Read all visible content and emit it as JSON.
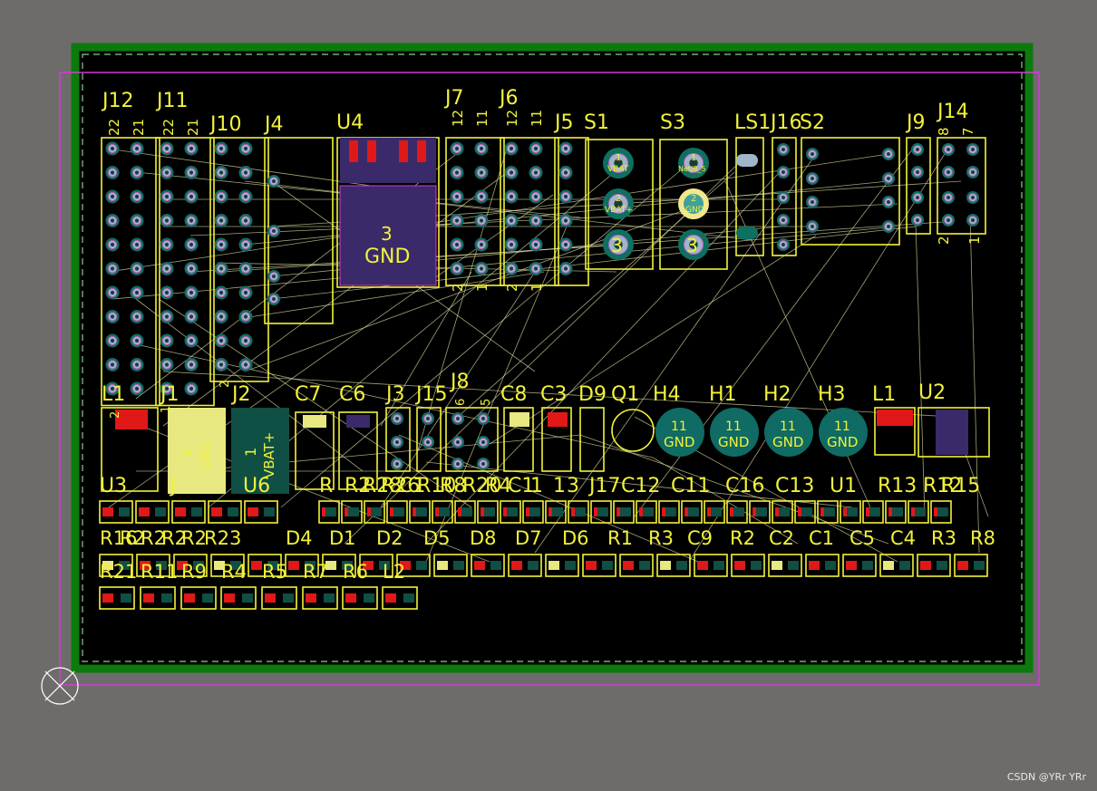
{
  "canvas": {
    "background_color": "#6e6b6b",
    "board_fill": "#000000",
    "keepout_color": "#0c7a0c",
    "silkscreen_color": "#f2f23a",
    "outline_color": "#d63ad6",
    "pad_color": "#0f6b63",
    "ratsnest_color": "#d8d8a0"
  },
  "designators": {
    "top_headers": [
      "J12",
      "J11",
      "J10",
      "J4",
      "U4",
      "J7",
      "J6",
      "J5",
      "S1",
      "S3",
      "LS1",
      "J16",
      "S2",
      "J9",
      "J14"
    ],
    "middle_row": [
      "L1",
      "J1",
      "J2",
      "C7",
      "C6",
      "J3",
      "J15",
      "J8",
      "C8",
      "C3",
      "D9",
      "Q1",
      "H4",
      "H1",
      "H2",
      "H3",
      "L1",
      "U2"
    ],
    "row3": [
      "U3",
      "J",
      "U6",
      "R",
      "R2",
      "R28",
      "R26",
      "C1",
      "R10",
      "R8",
      "R20",
      "R4",
      "C1",
      "1",
      "1",
      "3",
      "J17",
      "C12",
      "C11",
      "C16",
      "C13",
      "U1",
      "R13",
      "R12",
      "R15"
    ],
    "row4": [
      "R16",
      "R2",
      "R2",
      "R2",
      "R2",
      "R23",
      "D4",
      "D1",
      "D2",
      "D5",
      "D8",
      "D7",
      "D6",
      "R1",
      "R3",
      "C9",
      "R2",
      "C2",
      "C1",
      "C5",
      "C4",
      "R3",
      "R8"
    ],
    "row5": [
      "R21",
      "R11",
      "R9",
      "R4",
      "R5",
      "R7",
      "R6",
      "L2"
    ]
  },
  "pin_numbers": {
    "j12": [
      "22",
      "21",
      "2"
    ],
    "j11": [
      "22",
      "21",
      "1"
    ],
    "j10": [
      "2"
    ],
    "j7": [
      "12",
      "11",
      "2",
      "1"
    ],
    "j6": [
      "12",
      "11",
      "2",
      "1"
    ],
    "j14": [
      "8",
      "7",
      "2",
      "1"
    ],
    "j8": [
      "6",
      "5"
    ]
  },
  "pad_nets": {
    "s1_pin1": "1",
    "s1_net1": "VBAT",
    "s1_pin2": "2",
    "s1_net2": "VBAT+",
    "s1_pin3": "3",
    "s3_pin1": "1",
    "s3_net1": "NetJ8_5",
    "s3_pin2": "2",
    "s3_net2": "GND",
    "s3_pin3": "3",
    "u4_pad": "3",
    "u4_net": "GND",
    "h_pad": "11",
    "h_net": "GND",
    "j1_pad": "1",
    "j1_net": "GND",
    "j2_pad": "1",
    "j2_net": "VBAT+"
  },
  "watermark": "CSDN @YRr YRr"
}
